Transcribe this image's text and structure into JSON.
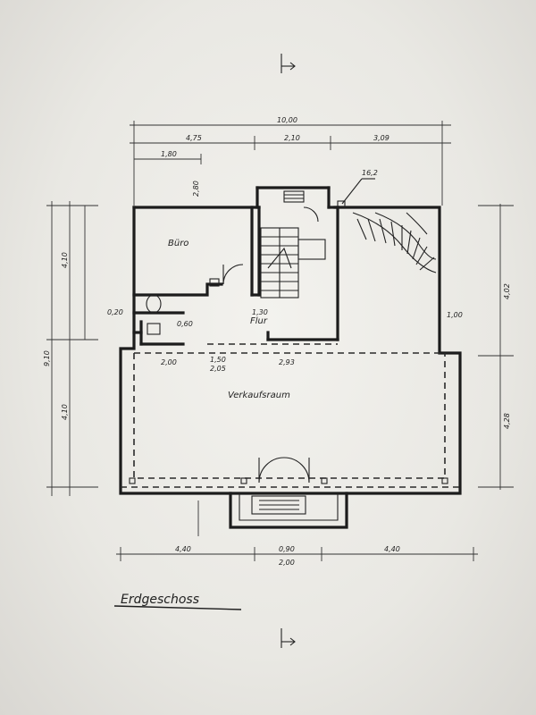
{
  "plan": {
    "title": "Erdgeschoss",
    "rooms": {
      "office": "Büro",
      "sales": "Verkaufsraum",
      "hall": "Flur"
    },
    "top_dims": {
      "overall": "10,00",
      "seg1": "4,75",
      "seg2": "2,10",
      "seg3": "3,09",
      "sub": "1,80"
    },
    "bottom_dims": {
      "left": "4,40",
      "right": "4,40",
      "center_a": "0,90",
      "center_b": "2,00"
    },
    "inner_dims": {
      "d1": "2,00",
      "d2": "1,50",
      "d3": "2,05",
      "d4": "2,93",
      "d5": "1,30",
      "d6": "2,80"
    },
    "left_dims": {
      "total": "9,10",
      "upper": "4,10",
      "lower": "4,10"
    },
    "right_dims": {
      "upper": "4,02",
      "lower": "4,28"
    },
    "stair_mark": "16,2",
    "misc_dims": {
      "a": "0,20",
      "b": "0,60",
      "c": "1,00"
    }
  }
}
